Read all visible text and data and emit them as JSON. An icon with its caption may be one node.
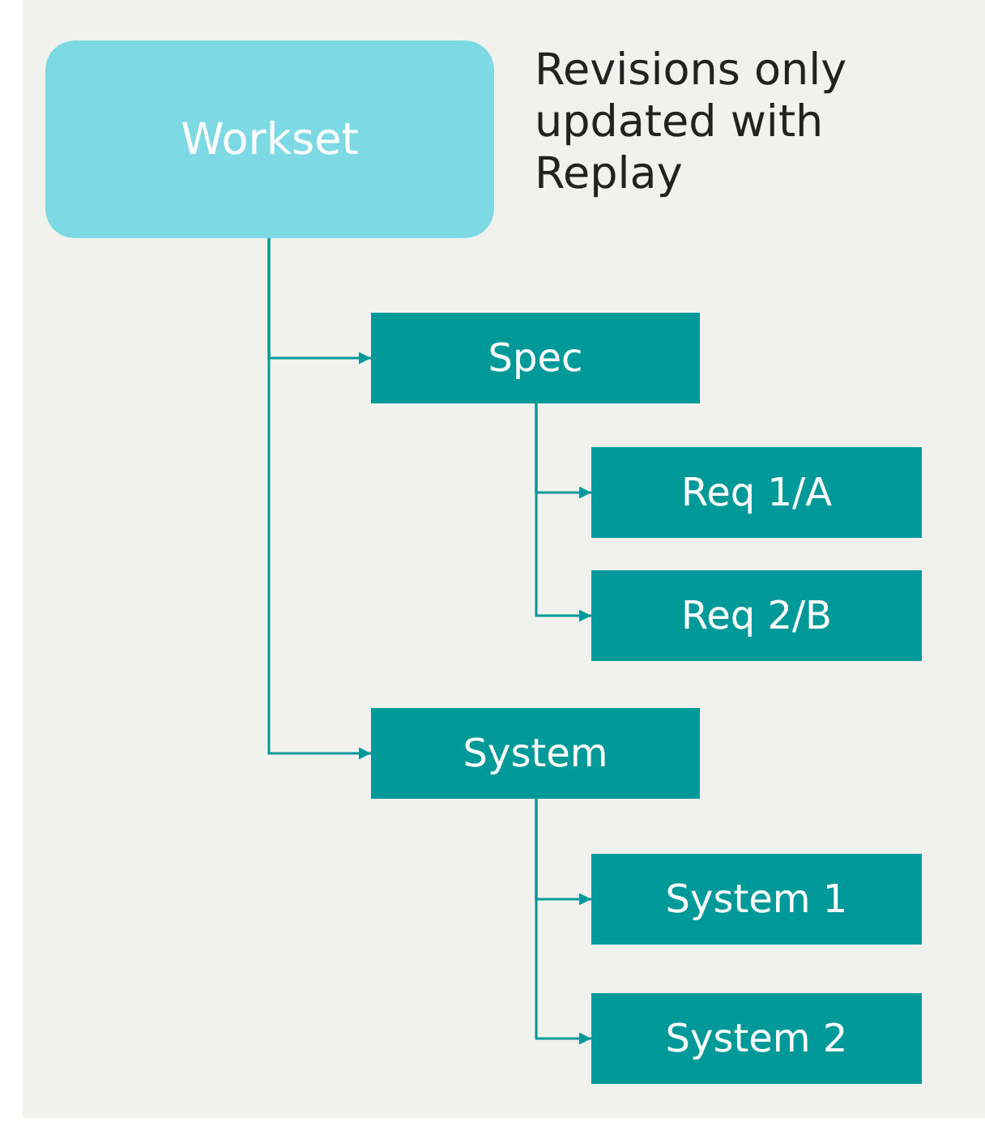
{
  "diagram": {
    "nodes": [
      {
        "text": [
          "Workset"
        ]
      },
      {
        "text": [
          "Spec"
        ]
      },
      {
        "text": [
          "Req 1/A"
        ]
      },
      {
        "text": [
          "Req 2/B"
        ]
      },
      {
        "text": [
          "System"
        ]
      },
      {
        "text": [
          "System 1"
        ]
      },
      {
        "text": [
          "System 2"
        ]
      }
    ],
    "edges": [
      {
        "from": 0,
        "to": 1,
        "arrow": "to"
      },
      {
        "from": 0,
        "to": 4,
        "arrow": "to"
      },
      {
        "from": 1,
        "to": 2,
        "arrow": "to"
      },
      {
        "from": 1,
        "to": 3,
        "arrow": "to"
      },
      {
        "from": 4,
        "to": 5,
        "arrow": "to"
      },
      {
        "from": 4,
        "to": 6,
        "arrow": "to"
      }
    ],
    "labels": [
      "Revisions only updated with Replay"
    ]
  }
}
